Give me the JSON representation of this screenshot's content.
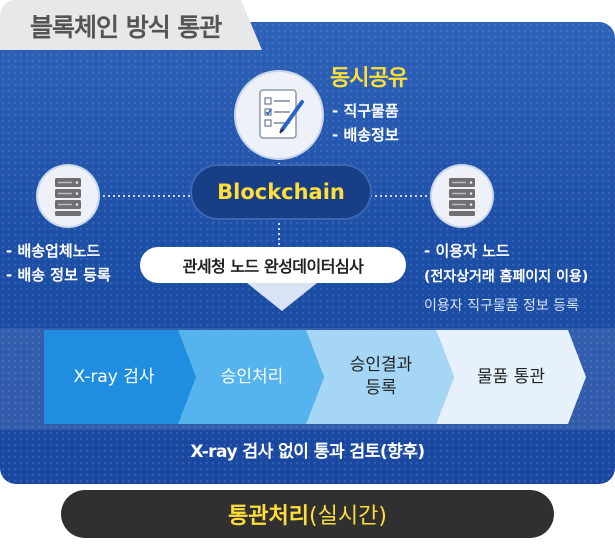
{
  "title": "블록체인 방식 통관",
  "shared": {
    "title": "동시공유",
    "items": [
      "- 직구물품",
      "- 배송정보"
    ]
  },
  "blockchain_label": "Blockchain",
  "left_node": {
    "items": [
      "- 배송업체노드",
      "- 배송 정보 등록"
    ]
  },
  "right_node": {
    "title": "- 이용자 노드",
    "subtitle": "(전자상거래 홈페이지 이용)",
    "note": "이용자 직구물품 정보 등록"
  },
  "customs_node": "관세청 노드 완성데이터심사",
  "steps": [
    {
      "line1": "X-ray 검사",
      "line2": ""
    },
    {
      "line1": "승인처리",
      "line2": ""
    },
    {
      "line1": "승인결과",
      "line2": "등록"
    },
    {
      "line1": "물품 통관",
      "line2": ""
    }
  ],
  "bottom_note": "X-ray 검사 없이 통과 검토(향후)",
  "result": {
    "bold": "통관처리",
    "normal": "(실시간)"
  },
  "colors": {
    "panel_blue": "#1d4fa6",
    "accent_yellow": "#ffde3a",
    "pill_dark": "#303030",
    "step_colors": [
      "#1f8ee0",
      "#55b4ee",
      "#a6d6f5",
      "#e6f1fb"
    ]
  }
}
